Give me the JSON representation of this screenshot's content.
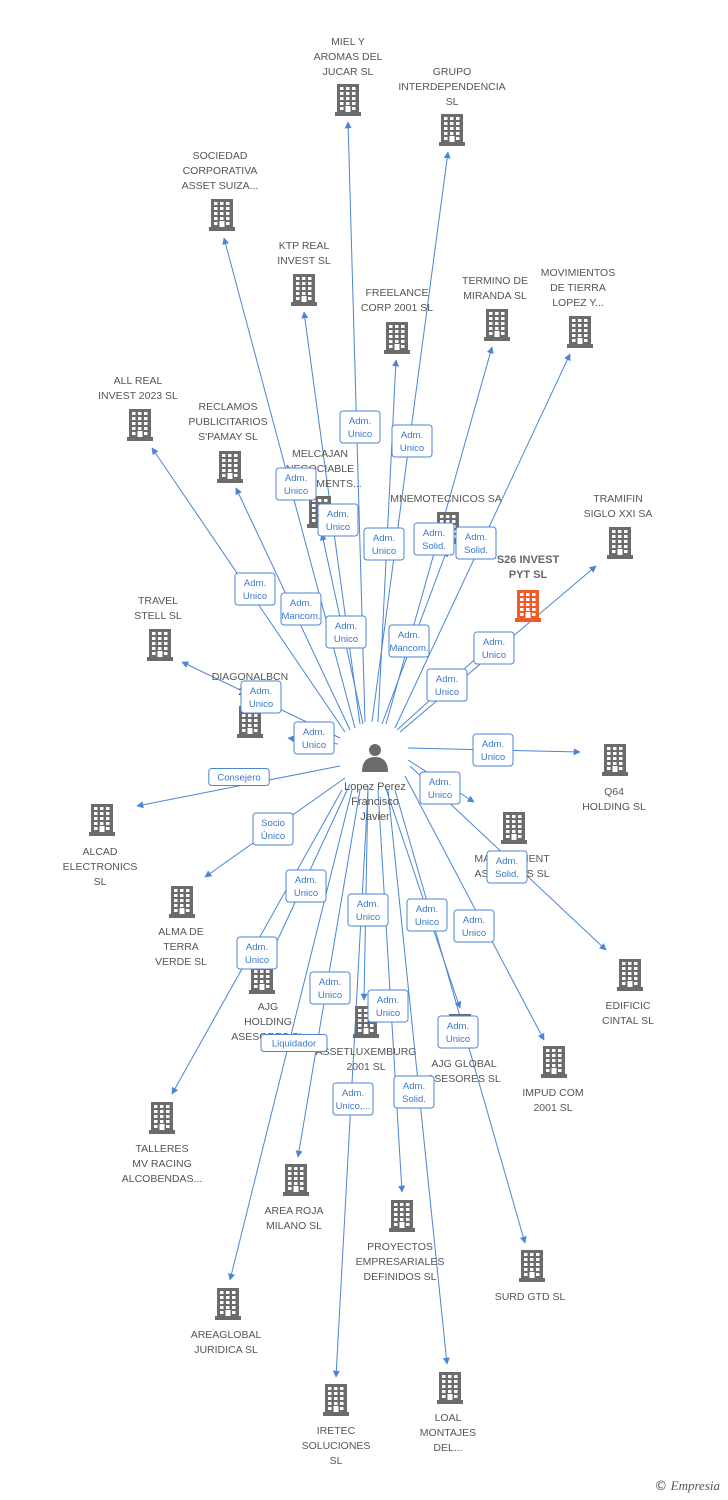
{
  "colors": {
    "edge": "#4a86d4",
    "building": "#6b6b6b",
    "focus_building": "#f05a28",
    "person": "#6b6b6b"
  },
  "center": {
    "icon": "person-icon",
    "lines": [
      "Lopez Perez",
      "Francisco",
      "Javier"
    ]
  },
  "companies": [
    {
      "id": "miel",
      "lines": [
        "MIEL Y",
        "AROMAS DEL",
        "JUCAR  SL"
      ]
    },
    {
      "id": "grupo",
      "lines": [
        "GRUPO",
        "INTERDEPENDENCIA",
        "SL"
      ]
    },
    {
      "id": "sociedad",
      "lines": [
        "SOCIEDAD",
        "CORPORATIVA",
        "ASSET SUIZA..."
      ]
    },
    {
      "id": "ktp",
      "lines": [
        "KTP REAL",
        "INVEST  SL"
      ]
    },
    {
      "id": "freelance",
      "lines": [
        "FREELANCE",
        "CORP 2001  SL"
      ]
    },
    {
      "id": "termino",
      "lines": [
        "TERMINO DE",
        "MIRANDA SL"
      ]
    },
    {
      "id": "movimientos",
      "lines": [
        "MOVIMIENTOS",
        "DE TIERRA",
        "LOPEZ Y..."
      ]
    },
    {
      "id": "allreal",
      "lines": [
        "ALL REAL",
        "INVEST 2023  SL"
      ]
    },
    {
      "id": "reclamos",
      "lines": [
        "RECLAMOS",
        "PUBLICITARIOS",
        "S'PAMAY SL"
      ]
    },
    {
      "id": "melcajan",
      "lines": [
        "MELCAJAN",
        "NEGOCIABLE",
        "INVESTMENTS..."
      ]
    },
    {
      "id": "mnemotecnicos",
      "lines": [
        "MNEMOTECNICOS SA"
      ]
    },
    {
      "id": "tramifin",
      "lines": [
        "TRAMIFIN",
        "SIGLO XXI SA"
      ]
    },
    {
      "id": "s26",
      "lines": [
        "S26 INVEST",
        "PYT  SL"
      ],
      "focus": true
    },
    {
      "id": "travel",
      "lines": [
        "TRAVEL",
        "STELL  SL"
      ]
    },
    {
      "id": "diagonal",
      "lines": [
        "DIAGONALBCN",
        "2007"
      ]
    },
    {
      "id": "q64",
      "lines": [
        "Q64",
        "HOLDING  SL"
      ]
    },
    {
      "id": "alcad",
      "lines": [
        "ALCAD",
        "ELECTRONICS",
        "SL"
      ]
    },
    {
      "id": "management",
      "lines": [
        "MANAGEMENT",
        "ASSOCIATS  SL"
      ]
    },
    {
      "id": "alma",
      "lines": [
        "ALMA DE",
        "TERRA",
        "VERDE  SL"
      ]
    },
    {
      "id": "edificic",
      "lines": [
        "EDIFICIC",
        "CINTAL  SL"
      ]
    },
    {
      "id": "ajgholding",
      "lines": [
        "AJG",
        "HOLDING",
        "ASESORES  SL"
      ]
    },
    {
      "id": "assetlux",
      "lines": [
        "ASSETLUXEMBURG",
        "2001  SL"
      ]
    },
    {
      "id": "ajgglobal",
      "lines": [
        "AJG GLOBAL",
        "ASESORES  SL"
      ]
    },
    {
      "id": "impud",
      "lines": [
        "IMPUD COM",
        "2001  SL"
      ]
    },
    {
      "id": "talleres",
      "lines": [
        "TALLERES",
        "MV RACING",
        "ALCOBENDAS..."
      ]
    },
    {
      "id": "arearoja",
      "lines": [
        "AREA ROJA",
        "MILANO  SL"
      ]
    },
    {
      "id": "proyectos",
      "lines": [
        "PROYECTOS",
        "EMPRESARIALES",
        "DEFINIDOS  SL"
      ]
    },
    {
      "id": "surd",
      "lines": [
        "SURD GTD  SL"
      ]
    },
    {
      "id": "areaglobal",
      "lines": [
        "AREAGLOBAL",
        "JURIDICA  SL"
      ]
    },
    {
      "id": "iretec",
      "lines": [
        "IRETEC",
        "SOLUCIONES",
        "SL"
      ]
    },
    {
      "id": "loal",
      "lines": [
        "LOAL",
        "MONTAJES",
        "DEL..."
      ]
    }
  ],
  "roles": [
    {
      "id": "r1",
      "lines": [
        "Adm.",
        "Unico"
      ]
    },
    {
      "id": "r2",
      "lines": [
        "Adm.",
        "Unico"
      ]
    },
    {
      "id": "r3",
      "lines": [
        "Adm.",
        "Unico"
      ]
    },
    {
      "id": "r4",
      "lines": [
        "Adm.",
        "Unico"
      ]
    },
    {
      "id": "r5",
      "lines": [
        "Adm.",
        "Unico"
      ]
    },
    {
      "id": "r6",
      "lines": [
        "Adm.",
        "Solid."
      ]
    },
    {
      "id": "r7",
      "lines": [
        "Adm.",
        "Solid."
      ]
    },
    {
      "id": "r8",
      "lines": [
        "Adm.",
        "Unico"
      ]
    },
    {
      "id": "r9",
      "lines": [
        "Adm.",
        "Mancom."
      ]
    },
    {
      "id": "r10",
      "lines": [
        "Adm.",
        "Unico"
      ]
    },
    {
      "id": "r11",
      "lines": [
        "Adm.",
        "Mancom."
      ]
    },
    {
      "id": "r12",
      "lines": [
        "Adm.",
        "Unico"
      ]
    },
    {
      "id": "r13",
      "lines": [
        "Adm.",
        "Unico"
      ]
    },
    {
      "id": "r14",
      "lines": [
        "Adm.",
        "Unico"
      ]
    },
    {
      "id": "r15",
      "lines": [
        "Adm.",
        "Unico"
      ]
    },
    {
      "id": "r16",
      "lines": [
        "Adm.",
        "Unico"
      ]
    },
    {
      "id": "r17",
      "lines": [
        "Consejero"
      ]
    },
    {
      "id": "r18",
      "lines": [
        "Adm.",
        "Unico"
      ]
    },
    {
      "id": "r19",
      "lines": [
        "Socio",
        "Único"
      ]
    },
    {
      "id": "r20",
      "lines": [
        "Adm.",
        "Solid."
      ]
    },
    {
      "id": "r21",
      "lines": [
        "Adm.",
        "Unico"
      ]
    },
    {
      "id": "r22",
      "lines": [
        "Adm.",
        "Unico"
      ]
    },
    {
      "id": "r23",
      "lines": [
        "Adm.",
        "Unico"
      ]
    },
    {
      "id": "r24",
      "lines": [
        "Adm.",
        "Unico"
      ]
    },
    {
      "id": "r25",
      "lines": [
        "Adm.",
        "Unico"
      ]
    },
    {
      "id": "r26",
      "lines": [
        "Adm.",
        "Unico"
      ]
    },
    {
      "id": "r27",
      "lines": [
        "Adm.",
        "Unico"
      ]
    },
    {
      "id": "r28",
      "lines": [
        "Adm.",
        "Unico"
      ]
    },
    {
      "id": "r29",
      "lines": [
        "Liquidador"
      ]
    },
    {
      "id": "r30",
      "lines": [
        "Adm.",
        "Unico,..."
      ]
    },
    {
      "id": "r31",
      "lines": [
        "Adm.",
        "Solid."
      ]
    }
  ],
  "brand": {
    "copyright": "©",
    "name": "Empresia"
  }
}
